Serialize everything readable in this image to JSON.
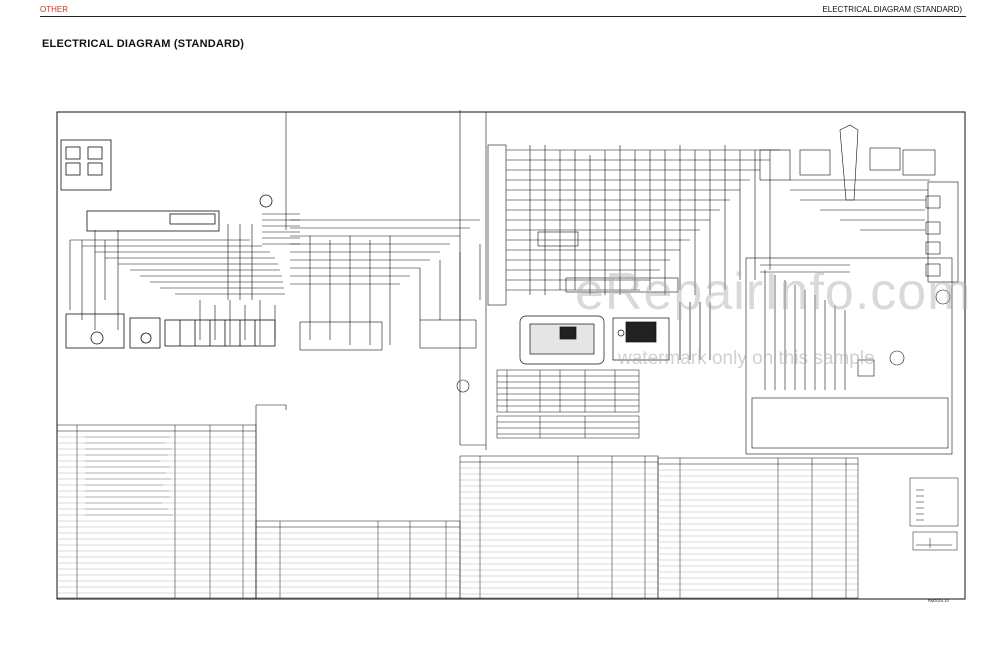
{
  "header": {
    "section": "OTHER",
    "chapter": "ELECTRICAL DIAGRAM (STANDARD)"
  },
  "title": "ELECTRICAL DIAGRAM (STANDARD)",
  "watermark": {
    "main": "eRepairInfo.com",
    "sub": "watermark only on this sample"
  },
  "drawing_code": "RM2024-10",
  "colors": {
    "wire": "#000000",
    "header_accent": "#c0392b",
    "watermark": "#aaaaaa"
  }
}
